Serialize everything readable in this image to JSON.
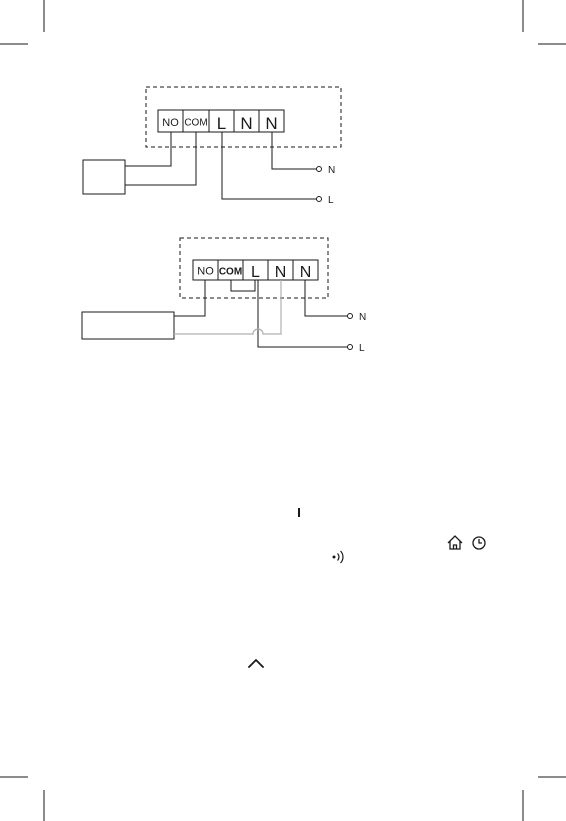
{
  "diagram_1": {
    "terminals": [
      "NO",
      "COM",
      "L",
      "N",
      "N"
    ],
    "wire_labels": [
      "N",
      "L"
    ]
  },
  "diagram_2": {
    "terminals": [
      "NO",
      "COM",
      "L",
      "N",
      "N"
    ],
    "wire_labels": [
      "N",
      "L"
    ]
  },
  "icons": [
    "power-mark-icon",
    "home-icon",
    "clock-icon",
    "signal-icon",
    "chevron-up-icon"
  ],
  "colors": {
    "line": "#1a1a1a",
    "grey_wire": "#b0b0b0"
  }
}
